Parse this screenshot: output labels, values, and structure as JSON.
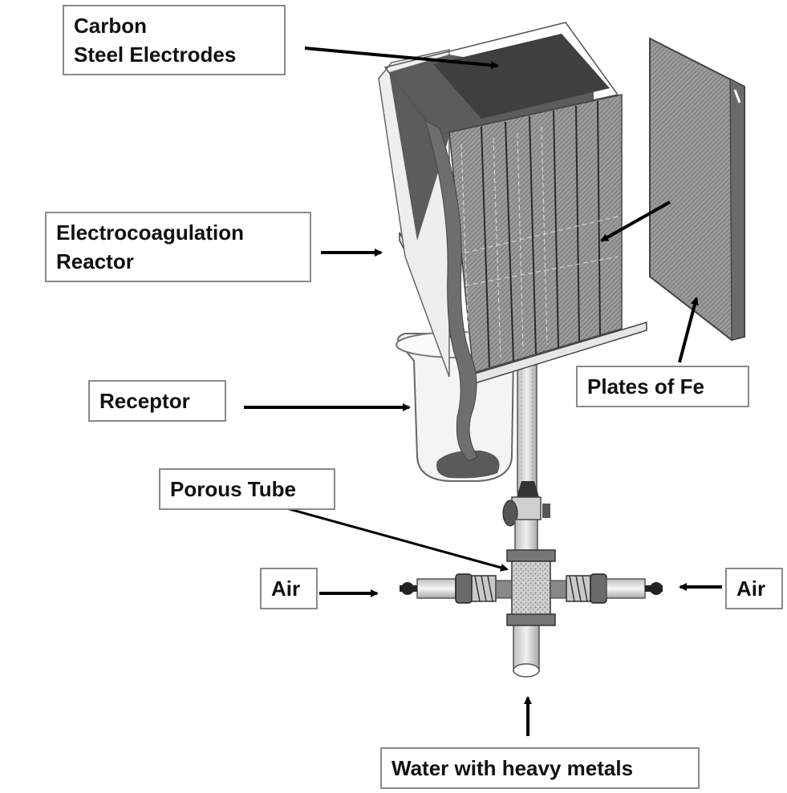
{
  "labels": {
    "carbon_line1": "Carbon",
    "carbon_line2": "Steel Electrodes",
    "reactor_line1": "Electrocoagulation",
    "reactor_line2": "Reactor",
    "receptor": "Receptor",
    "plates": "Plates of Fe",
    "porous_tube": "Porous Tube",
    "air_left": "Air",
    "air_right": "Air",
    "water": "Water with heavy metals"
  },
  "colors": {
    "background": "#ffffff",
    "label_border": "#8a8a8a",
    "text": "#111111",
    "arrow": "#000000",
    "plate_fill": "#8e8e8e",
    "reactor_dark": "#5c5c5c",
    "tube_fill": "#d8d8d8"
  }
}
